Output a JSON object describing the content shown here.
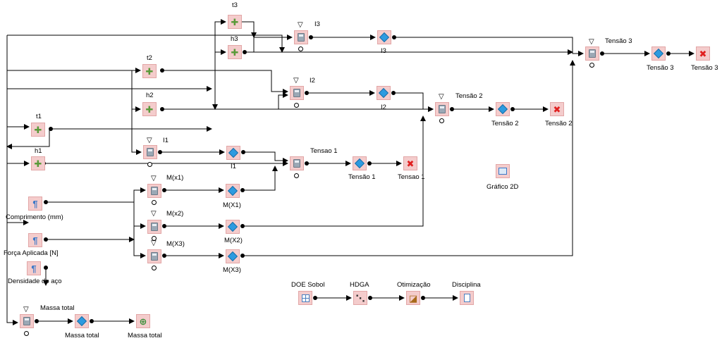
{
  "nodes": {
    "t3": "t3",
    "h3": "h3",
    "I3_calc": "I3",
    "I3_out": "I3",
    "t2": "t2",
    "h2": "h2",
    "I2_calc": "I2",
    "I2_out": "I2",
    "t1": "t1",
    "h1": "h1",
    "I1_calc": "I1",
    "I1_out": "I1",
    "Mx1_calc": "M(x1)",
    "Mx1_out": "M(X1)",
    "Mx2_calc": "M(x2)",
    "Mx2_out": "M(X2)",
    "Mx3_calc": "M(X3)",
    "Mx3_out": "M(X3)",
    "comprimento": "Comprimento (mm)",
    "forca": "Força Aplicada [N]",
    "densidade": "Densidade do aço",
    "tensao1_calc": "Tensao 1",
    "tensao1_out": "Tensão 1",
    "tensao1_end": "Tensao 1",
    "tensao2_calc": "Tensão 2",
    "tensao2_out": "Tensão 2",
    "tensao2_end": "Tensão 2",
    "tensao3_calc": "Tensão 3",
    "tensao3_out": "Tensão 3",
    "tensao3_end": "Tensão 3",
    "massa_calc": "Massa total",
    "massa_out": "Massa total",
    "massa_end": "Massa total",
    "grafico": "Gráfico 2D",
    "doe": "DOE Sobol",
    "hdga": "HDGA",
    "otimizacao": "Otimização",
    "disciplina": "Disciplina"
  },
  "markers": {
    "triangle": "▽"
  },
  "colors": {
    "node_bg": "#f4cccc",
    "wire": "#000000",
    "accent": "#2d9be0",
    "error": "#e02020"
  }
}
